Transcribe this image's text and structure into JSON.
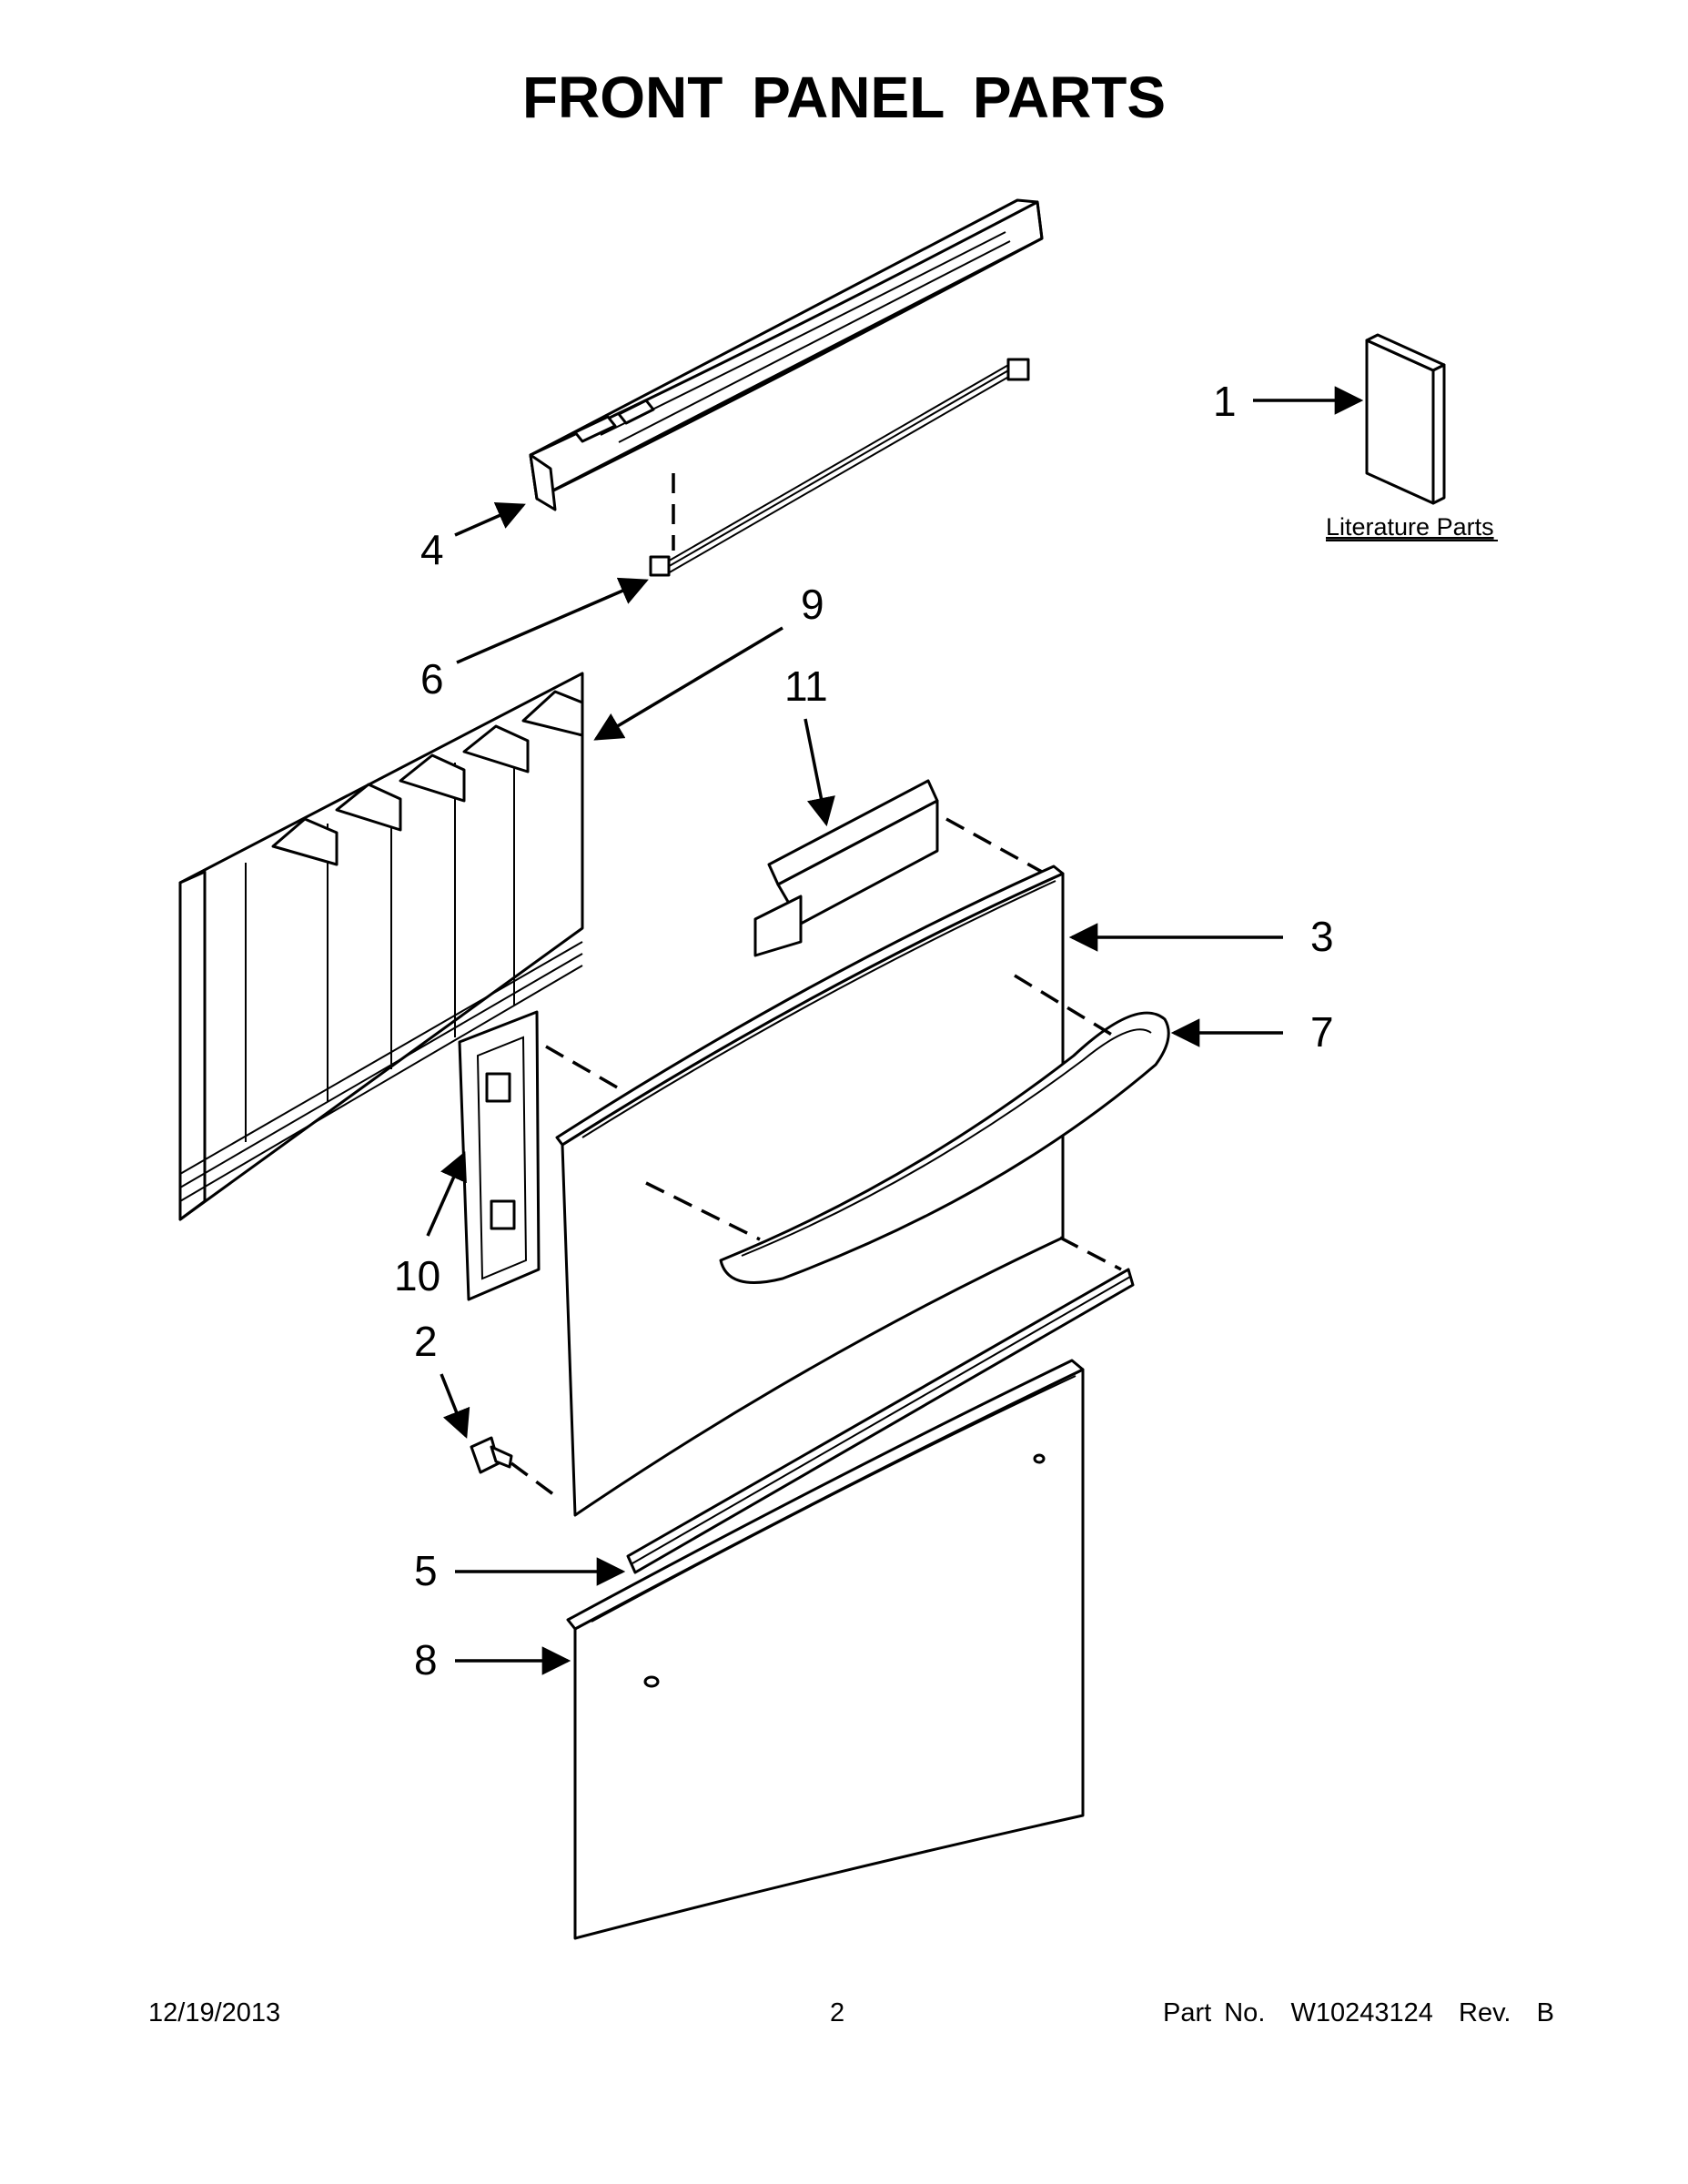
{
  "title": "FRONT PANEL PARTS",
  "callouts": [
    {
      "id": "1",
      "label": "1"
    },
    {
      "id": "2",
      "label": "2"
    },
    {
      "id": "3",
      "label": "3"
    },
    {
      "id": "4",
      "label": "4"
    },
    {
      "id": "5",
      "label": "5"
    },
    {
      "id": "6",
      "label": "6"
    },
    {
      "id": "7",
      "label": "7"
    },
    {
      "id": "8",
      "label": "8"
    },
    {
      "id": "9",
      "label": "9"
    },
    {
      "id": "10",
      "label": "10"
    },
    {
      "id": "11",
      "label": "11"
    }
  ],
  "literature_label": "Literature Parts",
  "footer": {
    "date": "12/19/2013",
    "page": "2",
    "part_number": "Part No.  W10243124  Rev.  B"
  }
}
